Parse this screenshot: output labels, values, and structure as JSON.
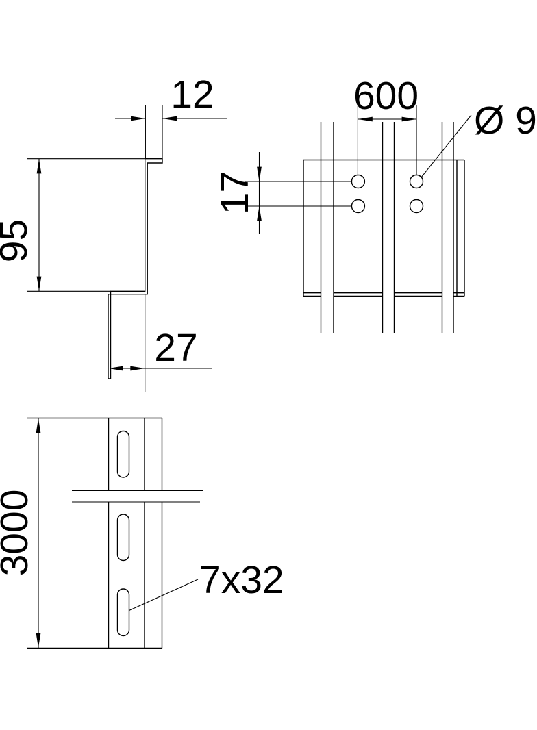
{
  "canvas": {
    "background": "#ffffff",
    "line_color": "#000000"
  },
  "views": {
    "cross_section": {
      "labels": {
        "flange_width": "12",
        "height": "95",
        "base_width": "27"
      }
    },
    "front_view": {
      "labels": {
        "hole_spacing": "600",
        "hole_row_offset": "17",
        "hole_diameter": "Ø 9"
      }
    },
    "rail_view": {
      "labels": {
        "length": "3000",
        "slot_size": "7x32"
      }
    }
  }
}
